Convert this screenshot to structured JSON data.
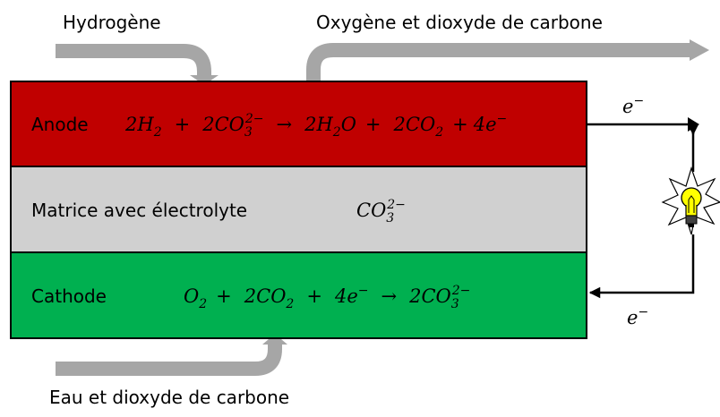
{
  "flows": {
    "input_top": "Hydrogène",
    "output_top": "Oxygène et dioxyde de carbone",
    "input_bottom": "Eau et dioxyde de carbone"
  },
  "layers": {
    "anode": {
      "label": "Anode",
      "color": "#c00000",
      "equation": {
        "left1_coef": "2",
        "left1_species": "H",
        "left1_sub": "2",
        "plus": "+",
        "left2_coef": "2",
        "left2_species": "CO",
        "left2_sub": "3",
        "left2_sup": "2−",
        "arrow": "→",
        "right1_coef": "2",
        "right1_species": "H",
        "right1_sub": "2",
        "right1_tail": "O",
        "right2_coef": "2",
        "right2_species": "CO",
        "right2_sub": "2",
        "right3_coef": "4",
        "right3_species": "e",
        "right3_sup": "−"
      }
    },
    "matrix": {
      "label": "Matrice avec électrolyte",
      "color": "#d0d0d0",
      "ion": {
        "species": "CO",
        "sub": "3",
        "sup": "2−"
      }
    },
    "cathode": {
      "label": "Cathode",
      "color": "#00b050",
      "equation": {
        "left1_species": "O",
        "left1_sub": "2",
        "plus": "+",
        "left2_coef": "2",
        "left2_species": "CO",
        "left2_sub": "2",
        "left3_coef": "4",
        "left3_species": "e",
        "left3_sup": "−",
        "arrow": "→",
        "right1_coef": "2",
        "right1_species": "CO",
        "right1_sub": "3",
        "right1_sup": "2−"
      }
    }
  },
  "circuit": {
    "electron_top": {
      "species": "e",
      "sup": "−"
    },
    "electron_bottom": {
      "species": "e",
      "sup": "−"
    },
    "bulb_icon": "lightbulb-icon",
    "bulb_color": "#ffff00"
  },
  "arrow_color": "#a6a6a6"
}
